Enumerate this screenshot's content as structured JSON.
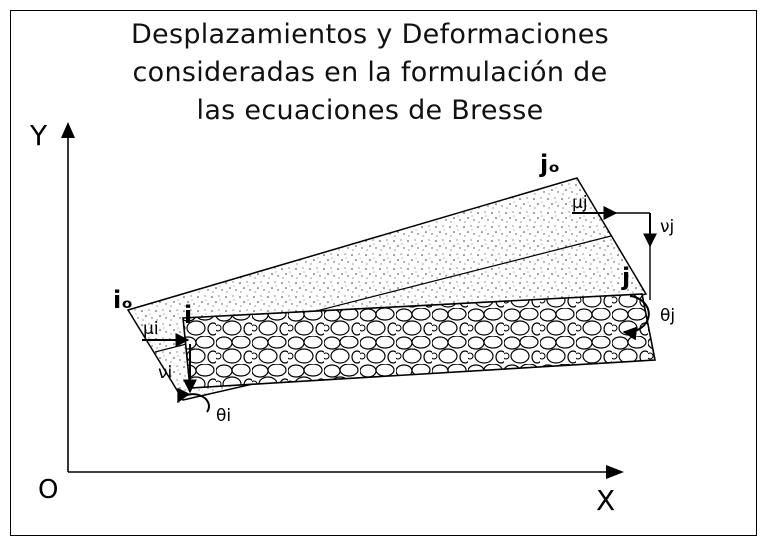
{
  "title": {
    "line1": "Desplazamientos y Deformaciones",
    "line2": "consideradas en la formulación de",
    "line3": "las ecuaciones de Bresse"
  },
  "axes": {
    "y_label": "Y",
    "x_label": "X",
    "origin_label": "O"
  },
  "labels": {
    "i_initial": "iₒ",
    "j_initial": "jₒ",
    "i_final": "i",
    "j_final": "j",
    "mu_i": "μi",
    "nu_i": "νi",
    "theta_i": "θi",
    "mu_j": "μj",
    "nu_j": "νj",
    "theta_j": "θj"
  },
  "colors": {
    "ink": "#000000",
    "background": "#ffffff"
  }
}
